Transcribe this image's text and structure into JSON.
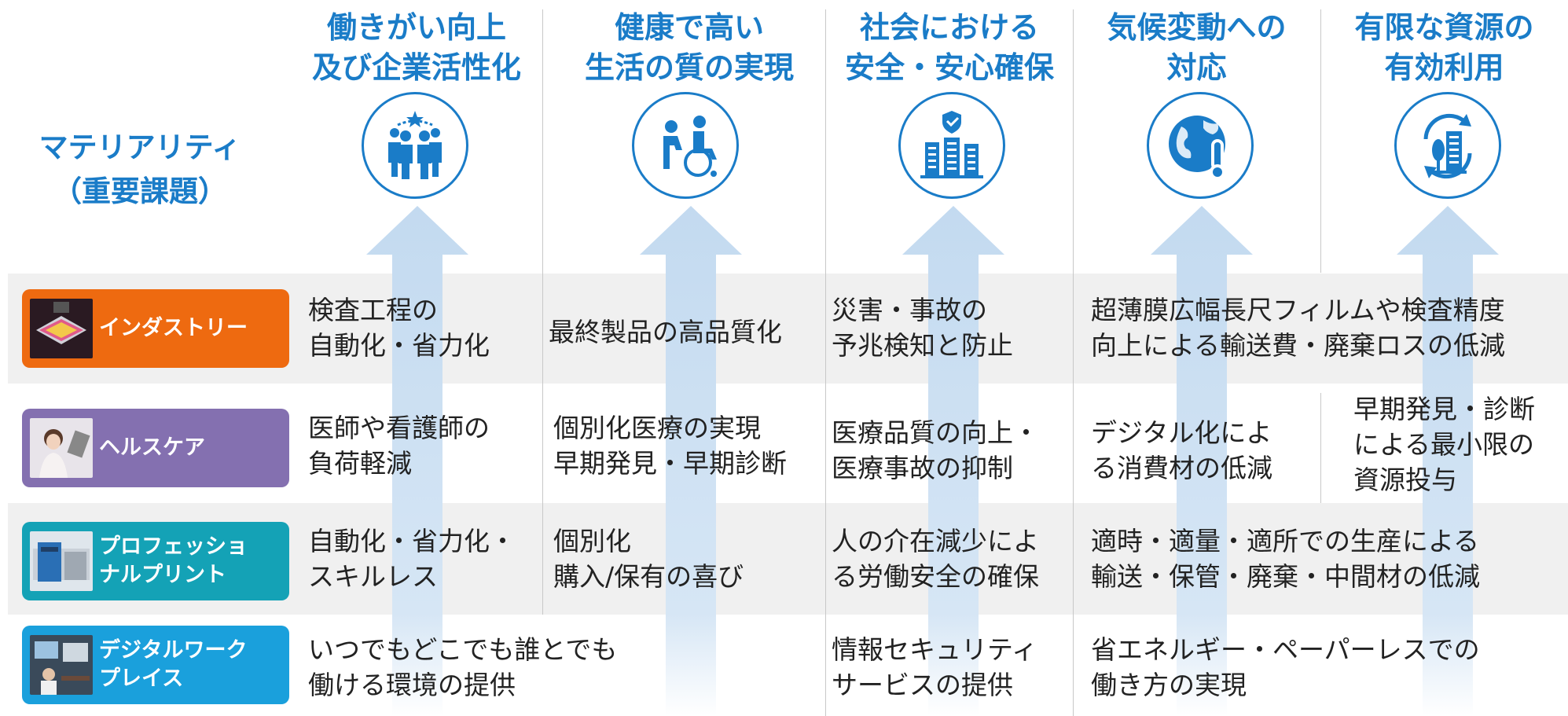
{
  "materiality_title": [
    "マテリアリティ",
    "（重要課題）"
  ],
  "materialities": [
    {
      "id": "work",
      "lines": [
        "働きがい向上",
        "及び企業活性化"
      ],
      "icon": "team-star-icon"
    },
    {
      "id": "health",
      "lines": [
        "健康で高い",
        "生活の質の実現"
      ],
      "icon": "wheelchair-care-icon"
    },
    {
      "id": "safety",
      "lines": [
        "社会における",
        "安全・安心確保"
      ],
      "icon": "city-shield-icon"
    },
    {
      "id": "climate",
      "lines": [
        "気候変動への",
        "対応"
      ],
      "icon": "globe-thermometer-icon"
    },
    {
      "id": "resources",
      "lines": [
        "有限な資源の",
        "有効利用"
      ],
      "icon": "recycle-building-icon"
    }
  ],
  "segments": [
    {
      "id": "industry",
      "label": [
        "インダストリー"
      ],
      "color": "#ee6a10",
      "thumb": "industry-photo-icon",
      "cells": {
        "work": [
          "検査工程の",
          "自動化・省力化"
        ],
        "health": [
          "最終製品の高品質化"
        ],
        "safety": [
          "災害・事故の",
          "予兆検知と防止"
        ],
        "climate_resources": [
          "超薄膜広幅長尺フィルムや検査精度",
          "向上による輸送費・廃棄ロスの低減"
        ]
      }
    },
    {
      "id": "healthcare",
      "label": [
        "ヘルスケア"
      ],
      "color": "#8470b0",
      "thumb": "healthcare-photo-icon",
      "cells": {
        "work": [
          "医師や看護師の",
          "負荷軽減"
        ],
        "health": [
          "個別化医療の実現",
          "早期発見・早期診断"
        ],
        "safety": [
          "医療品質の向上・",
          "医療事故の抑制"
        ],
        "climate": [
          "デジタル化によ",
          "る消費材の低減"
        ],
        "resources": [
          "早期発見・診断",
          "による最小限の",
          "資源投与"
        ]
      }
    },
    {
      "id": "professional-print",
      "label": [
        "プロフェッショ",
        "ナルプリント"
      ],
      "color": "#14a2b6",
      "thumb": "printer-photo-icon",
      "cells": {
        "work": [
          "自動化・省力化・",
          "スキルレス"
        ],
        "health": [
          "個別化",
          "購入/保有の喜び"
        ],
        "safety": [
          "人の介在減少によ",
          "る労働安全の確保"
        ],
        "climate_resources": [
          "適時・適量・適所での生産による",
          "輸送・保管・廃棄・中間材の低減"
        ]
      }
    },
    {
      "id": "digital-workplace",
      "label": [
        "デジタルワーク",
        "プレイス"
      ],
      "color": "#1aa0dc",
      "thumb": "office-photo-icon",
      "cells": {
        "work_health": [
          "いつでもどこでも誰とでも",
          "働ける環境の提供"
        ],
        "safety": [
          "情報セキュリティ",
          "サービスの提供"
        ],
        "climate_resources": [
          "省エネルギー・ペーパーレスでの",
          "働き方の実現"
        ]
      }
    }
  ]
}
